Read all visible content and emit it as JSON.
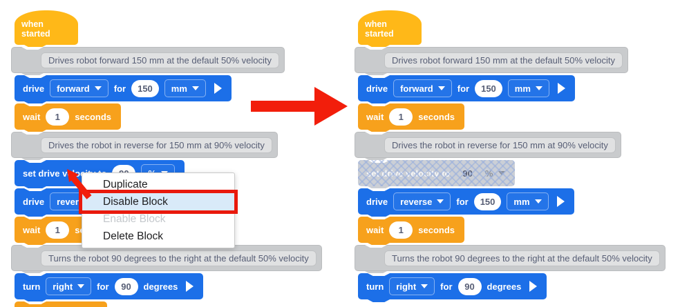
{
  "colors": {
    "block_blue": "#1C6FE8",
    "hat_gold": "#FFB818",
    "wait_orange": "#F7A11C",
    "comment_gray": "#C9CBCD",
    "comment_text": "#575E75",
    "disabled_gray": "#CBCFD6",
    "disabled_hatch_blue": "#96ADDD",
    "highlight_red": "#E9190C",
    "menu_highlight_blue": "#D9EAF9",
    "arrow_red": "#F21E0B"
  },
  "blocks": {
    "when_started": {
      "label": "when started"
    },
    "comment_forward": {
      "text": "Drives robot forward 150 mm at the default 50% velocity"
    },
    "drive_forward": {
      "verb": "drive",
      "direction": "forward",
      "for_label": "for",
      "distance": "150",
      "unit": "mm"
    },
    "wait": {
      "verb": "wait",
      "value": "1",
      "unit": "seconds"
    },
    "comment_reverse": {
      "text": "Drives the robot in reverse for 150 mm at 90% velocity"
    },
    "set_velocity": {
      "label": "set drive velocity to",
      "value": "90",
      "unit": "%"
    },
    "drive_reverse": {
      "verb": "drive",
      "direction": "reverse",
      "for_label": "for",
      "distance": "150",
      "unit": "mm"
    },
    "comment_turn": {
      "text": "Turns the robot 90 degrees to the right at the default 50% velocity"
    },
    "turn": {
      "verb": "turn",
      "direction": "right",
      "for_label": "for",
      "value": "90",
      "unit": "degrees"
    }
  },
  "context_menu": {
    "items": [
      {
        "label": "Duplicate",
        "state": "normal"
      },
      {
        "label": "Disable Block",
        "state": "highlighted"
      },
      {
        "label": "Enable Block",
        "state": "disabled"
      },
      {
        "label": "Delete Block",
        "state": "normal"
      }
    ]
  }
}
